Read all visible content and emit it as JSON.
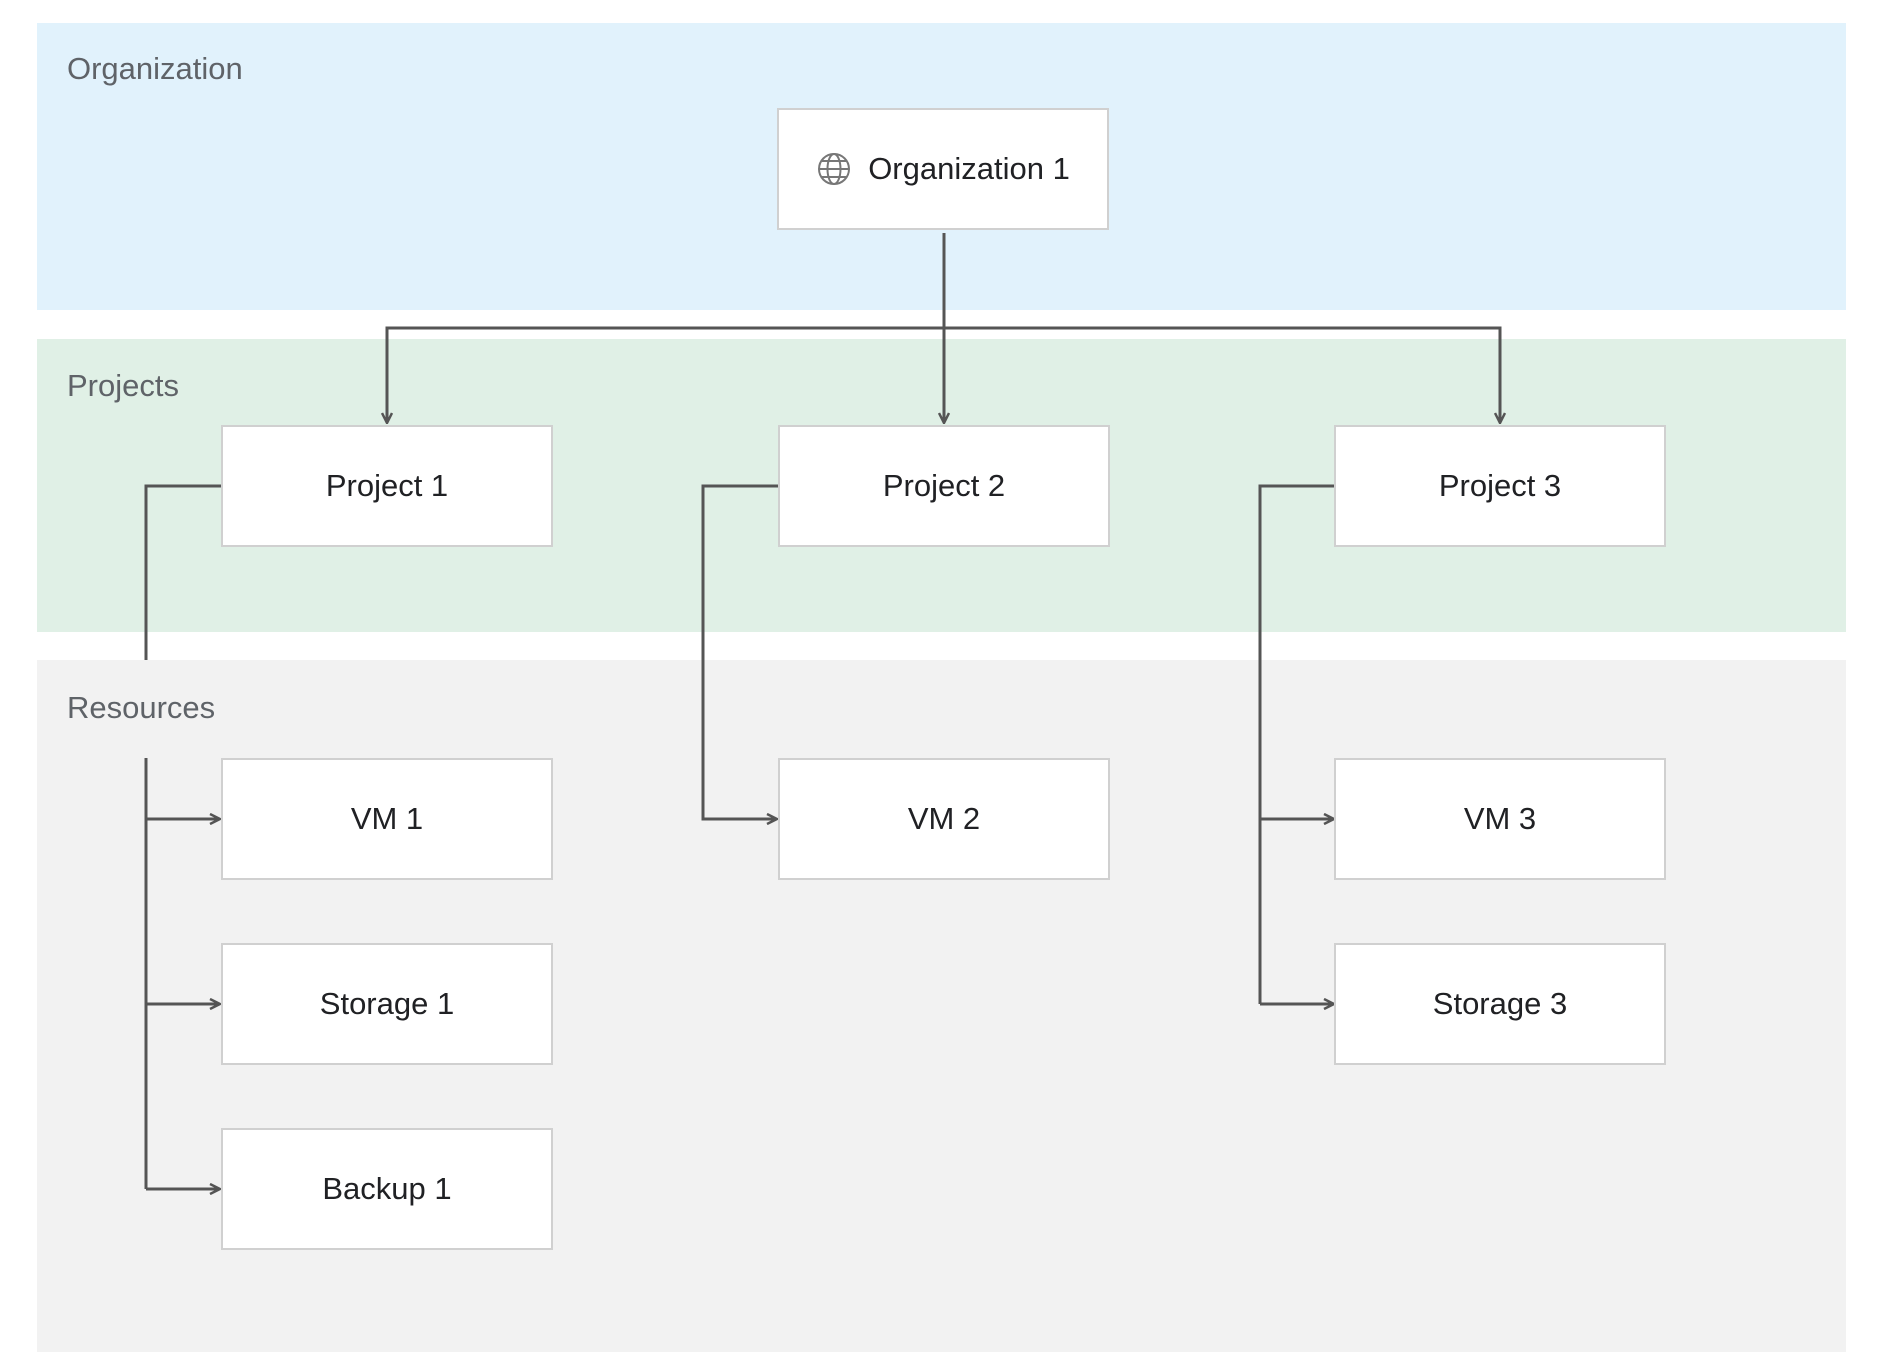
{
  "colors": {
    "organization_band": "#e1f2fc",
    "projects_band": "#e0f0e6",
    "resources_band": "#f2f2f2",
    "connector": "#555555",
    "node_border": "#d0d0d0",
    "label": "#5f6368"
  },
  "bands": {
    "organization": {
      "label": "Organization"
    },
    "projects": {
      "label": "Projects"
    },
    "resources": {
      "label": "Resources"
    }
  },
  "organization": {
    "label": "Organization 1",
    "icon": "globe-icon"
  },
  "projects": [
    {
      "label": "Project 1"
    },
    {
      "label": "Project 2"
    },
    {
      "label": "Project 3"
    }
  ],
  "resources": {
    "vm1": {
      "label": "VM 1"
    },
    "storage1": {
      "label": "Storage 1"
    },
    "backup1": {
      "label": "Backup 1"
    },
    "vm2": {
      "label": "VM 2"
    },
    "vm3": {
      "label": "VM 3"
    },
    "storage3": {
      "label": "Storage 3"
    }
  }
}
